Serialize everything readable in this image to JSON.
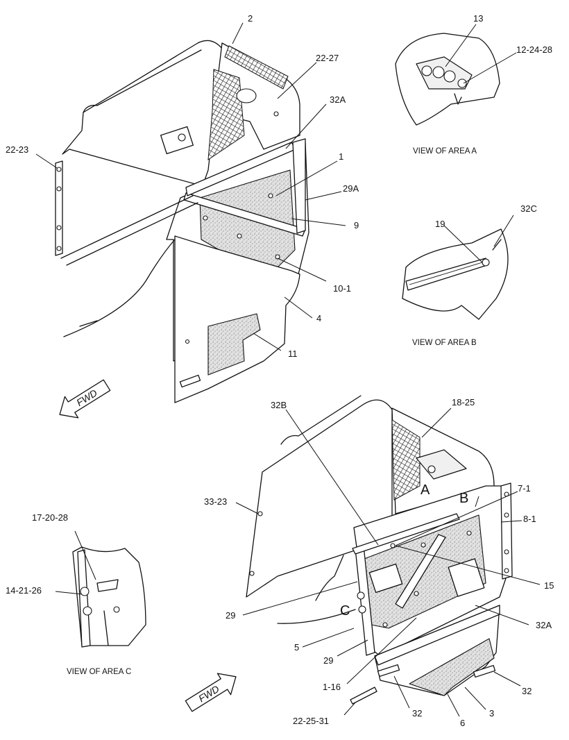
{
  "labels": {
    "l2": "2",
    "l22_27": "22-27",
    "l32A_top": "32A",
    "l22_23": "22-23",
    "l1": "1",
    "l29A": "29A",
    "l9": "9",
    "l10_1": "10-1",
    "l4": "4",
    "l11": "11",
    "l13": "13",
    "l12_24_28": "12-24-28",
    "l19": "19",
    "l32C": "32C",
    "l32B": "32B",
    "l18_25": "18-25",
    "l7_1": "7-1",
    "l8_1": "8-1",
    "l15": "15",
    "l33_23": "33-23",
    "l17_20_28": "17-20-28",
    "l14_21_26": "14-21-26",
    "l29_a": "29",
    "l29_b": "29",
    "l5": "5",
    "l32A_bottom": "32A",
    "l1_16": "1-16",
    "l32_right": "32",
    "l32_bottom": "32",
    "l22_25_31": "22-25-31",
    "l3": "3",
    "l6": "6"
  },
  "area_letters": {
    "a": "A",
    "b": "B",
    "c": "C"
  },
  "captions": {
    "view_a": "VIEW OF AREA A",
    "view_b": "VIEW OF AREA B",
    "view_c": "VIEW OF AREA C"
  },
  "fwd_arrows": {
    "top": "FWD",
    "bottom": "FWD"
  }
}
